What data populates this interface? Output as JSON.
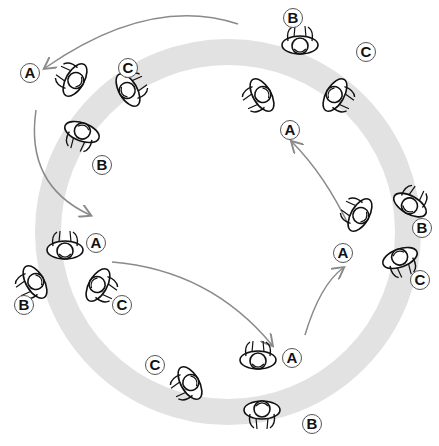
{
  "diagram": {
    "labels": [
      "B",
      "C",
      "A",
      "A",
      "C",
      "B",
      "A",
      "B",
      "C",
      "C",
      "A",
      "B",
      "A",
      "B",
      "C"
    ]
  }
}
